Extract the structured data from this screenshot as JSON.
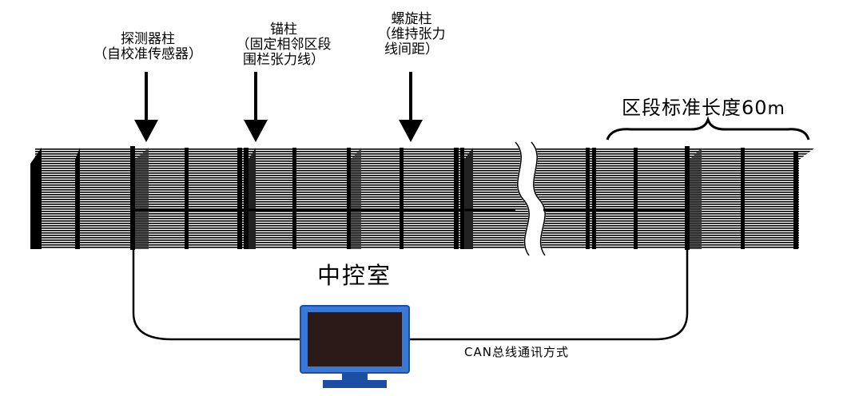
{
  "labels": {
    "detector_post": {
      "line1": "探测器柱",
      "line2": "（自校准传感器）"
    },
    "anchor_post": {
      "line1": "锚柱",
      "line2": "（固定相邻区段",
      "line3": "围栏张力线）"
    },
    "spiral_post": {
      "line1": "螺旋柱",
      "line2": "（维持张力",
      "line3": "线间距）"
    },
    "section_length": "区段标准长度60",
    "section_unit": "m",
    "control_room": "中控室",
    "can_bus": "CAN总线通讯方式"
  },
  "colors": {
    "fence_line": "#000000",
    "monitor_frame": "#3a78d8",
    "monitor_screen": "#2b1a18",
    "monitor_stand": "#1c4fa3"
  },
  "icons": [
    "down-arrow-icon",
    "curly-brace-icon",
    "monitor-icon",
    "break-mark-icon"
  ]
}
